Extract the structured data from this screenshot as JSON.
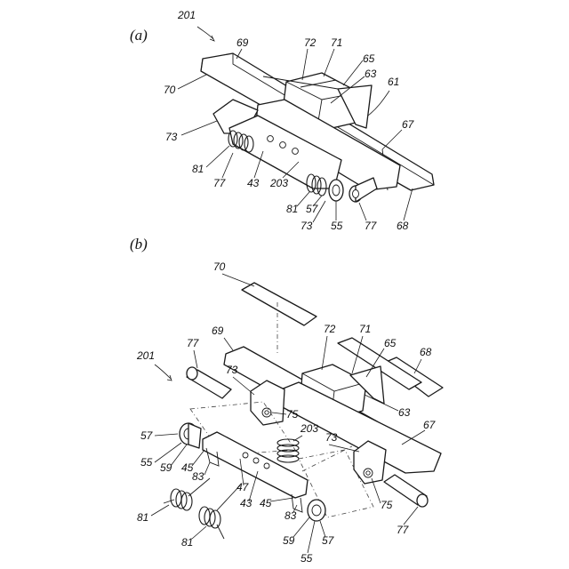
{
  "panels": [
    {
      "id": "a",
      "label": "(a)",
      "callouts": [
        "201",
        "69",
        "72",
        "71",
        "65",
        "63",
        "61",
        "70",
        "73",
        "67",
        "81",
        "77",
        "43",
        "203",
        "81",
        "57",
        "73",
        "55",
        "77",
        "68"
      ]
    },
    {
      "id": "b",
      "label": "(b)",
      "callouts": [
        "70",
        "77",
        "69",
        "72",
        "71",
        "65",
        "68",
        "201",
        "73",
        "75",
        "63",
        "67",
        "57",
        "203",
        "73",
        "55",
        "59",
        "45",
        "83",
        "47",
        "43",
        "45",
        "75",
        "77",
        "81",
        "83",
        "59",
        "57",
        "81",
        "55"
      ]
    }
  ]
}
